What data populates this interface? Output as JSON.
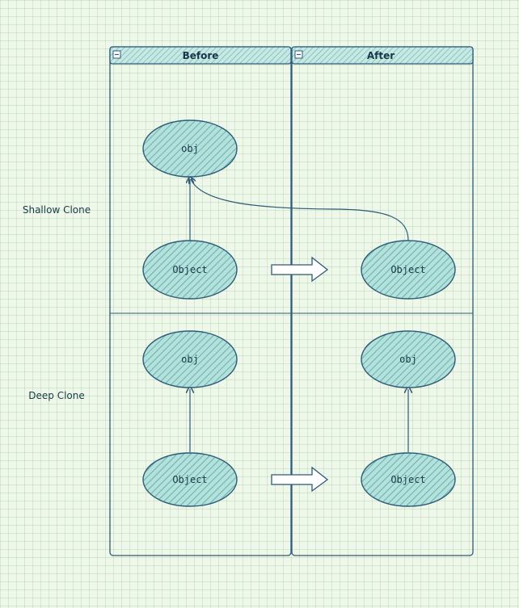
{
  "lanes": {
    "before": {
      "title": "Before",
      "collapse_glyph": "−"
    },
    "after": {
      "title": "After",
      "collapse_glyph": "−"
    }
  },
  "rows": {
    "shallow": {
      "label": "Shallow Clone"
    },
    "deep": {
      "label": "Deep Clone"
    }
  },
  "nodes": {
    "shallow_before_obj": "obj",
    "shallow_before_object": "Object",
    "shallow_after_object": "Object",
    "deep_before_obj": "obj",
    "deep_before_object": "Object",
    "deep_after_obj": "obj",
    "deep_after_object": "Object"
  },
  "colors": {
    "stroke": "#2e5b78",
    "fill": "#a9d9d4",
    "hatch": "#5fb5ad",
    "header_fill": "#bfe3df"
  }
}
